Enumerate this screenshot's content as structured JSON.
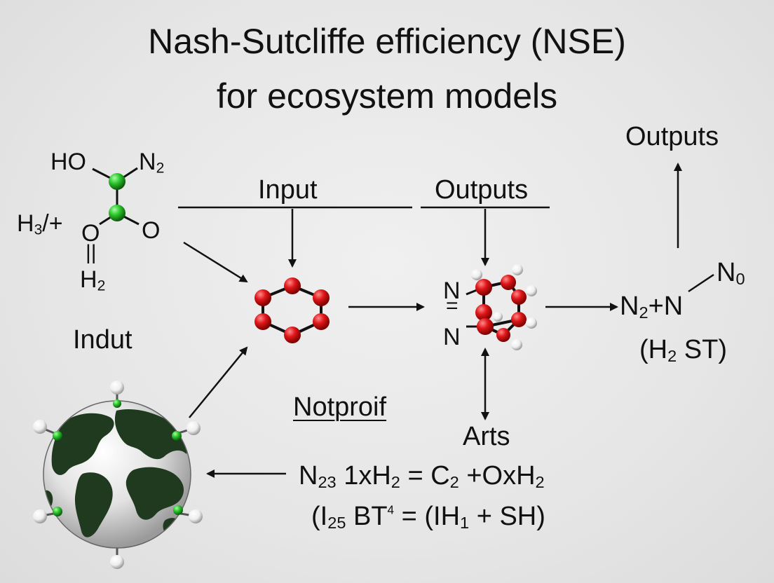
{
  "title": {
    "line1": "Nash-Sutcliffe efficiency (NSE)",
    "line2": "for ecosystem models"
  },
  "labels": {
    "input_top": "Input",
    "outputs_middle": "Outputs",
    "outputs_top_right": "Outputs",
    "indut": "Indut",
    "notproif": "Notproif",
    "arts": "Arts"
  },
  "left_molecule": {
    "ho": "HO",
    "n": "N",
    "n_sub": "2",
    "h3": "H",
    "h3_sub": "3",
    "h3_suffix": "/+",
    "o_left": "O",
    "o_right": "O",
    "double_bond": "||",
    "h2": "H",
    "h2_sub": "2"
  },
  "middle_molecule": {
    "n_top": "N",
    "bond": "=",
    "n_bottom": "N"
  },
  "right_products": {
    "n2": "N",
    "n2_sub": "2",
    "plus_n": "+N",
    "n0": "N",
    "n0_sub": "0",
    "hst_open": "(H",
    "hst_sub": "2",
    "hst_rest": " ST)"
  },
  "equation": {
    "line1_a": "N",
    "line1_a_sub": "23",
    "line1_b": " 1xH",
    "line1_b_sub": "2",
    "line1_c": " = C",
    "line1_c_sub": "2",
    "line1_d": " +OxH",
    "line1_d_sub": "2",
    "line2_a": "(I",
    "line2_a_sub": "25",
    "line2_b": " BT",
    "line2_b_sup": "4",
    "line2_c": " = (IH",
    "line2_c_sub": "1",
    "line2_d": " + SH)"
  },
  "colors": {
    "atom_red": "#e0171a",
    "atom_green": "#2ec82e",
    "atom_white": "#f4f4f4",
    "ink": "#111111",
    "globe_land": "#1f3a1e",
    "globe_sea": "#e8e8e8"
  }
}
